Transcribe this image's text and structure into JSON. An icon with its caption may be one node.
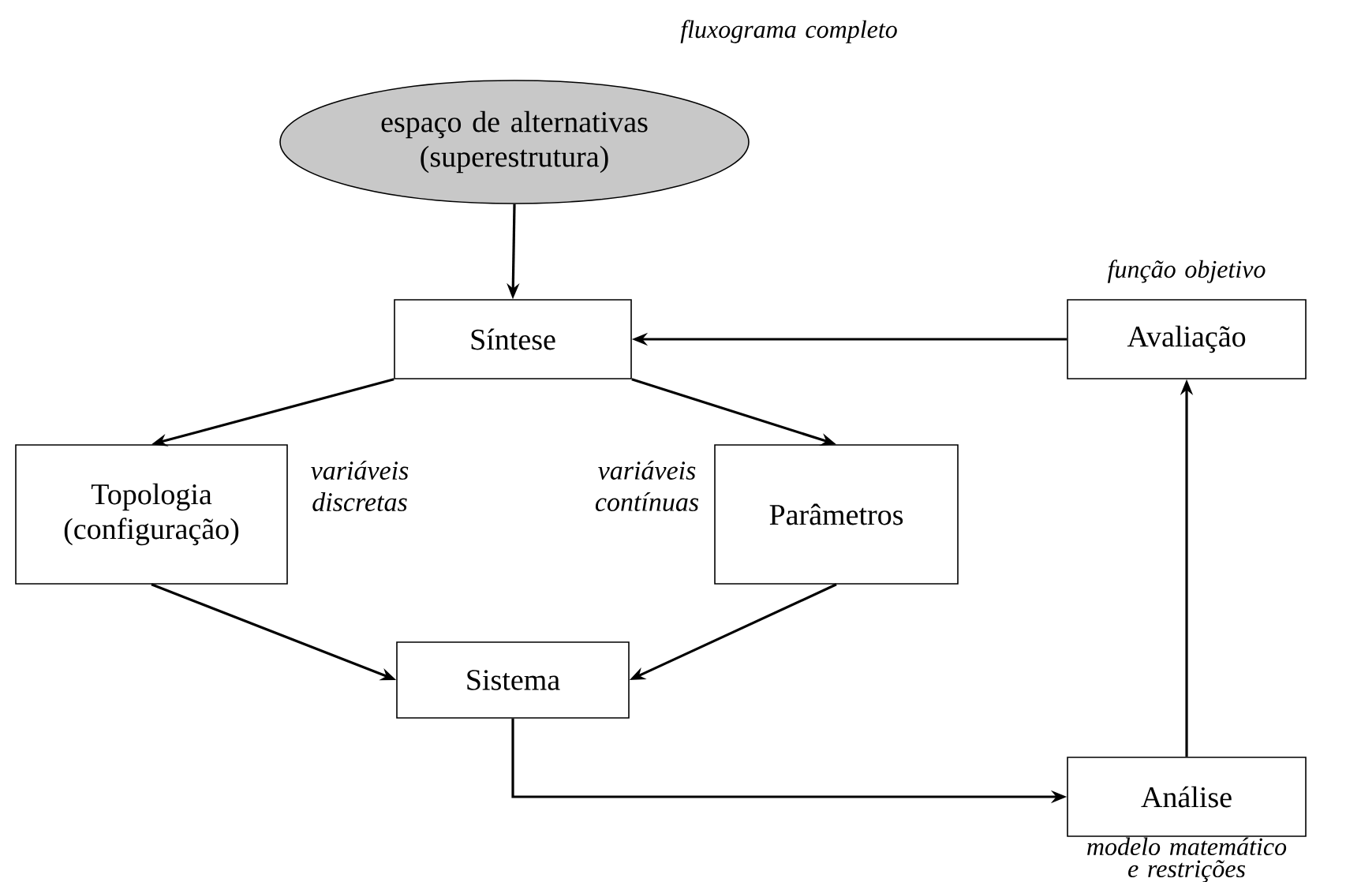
{
  "diagram": {
    "nodes": [
      {
        "text": [
          "espaço de alternativas (superestrutura)"
        ],
        "beside": [
          "fluxograma completo"
        ]
      },
      {
        "text": [
          "Síntese"
        ]
      },
      {
        "text": [
          "Avaliação"
        ],
        "beside": [
          "função objetivo"
        ]
      },
      {
        "text": [
          "Topologia (configuração)"
        ]
      },
      {
        "text": [
          "Parâmetros"
        ]
      },
      {
        "text": [
          "Sistema"
        ]
      },
      {
        "text": [
          "Análise"
        ],
        "beside": [
          "modelo matemático e restrições"
        ]
      }
    ],
    "edges": [
      {
        "from": 0,
        "to": 1,
        "arrow": "to"
      },
      {
        "from": 2,
        "to": 1,
        "arrow": "to"
      },
      {
        "from": 1,
        "to": 3,
        "arrow": "to"
      },
      {
        "from": 1,
        "to": 4,
        "arrow": "to"
      },
      {
        "from": 3,
        "to": 5,
        "arrow": "to"
      },
      {
        "from": 4,
        "to": 5,
        "arrow": "to"
      },
      {
        "from": 5,
        "to": 6,
        "arrow": "to"
      },
      {
        "from": 6,
        "to": 2,
        "arrow": "to"
      }
    ],
    "labels": [
      "variáveis discretas",
      "variáveis contínuas"
    ]
  }
}
